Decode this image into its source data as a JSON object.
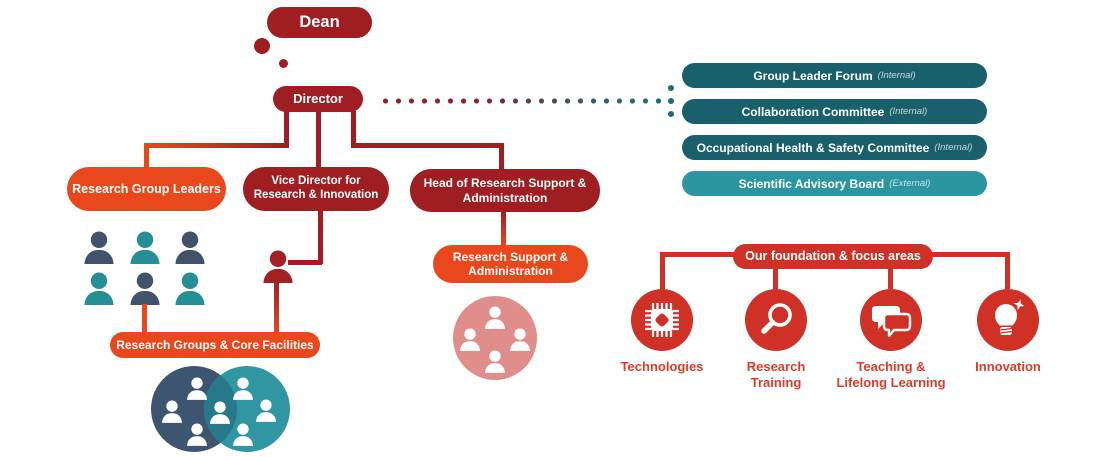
{
  "org": {
    "dean": "Dean",
    "director": "Director",
    "research_group_leaders": "Research Group Leaders",
    "vice_director": "Vice Director for Research & Innovation",
    "head_research_support": "Head of Research Support & Administration",
    "research_support_admin": "Research Support & Administration",
    "research_groups_core": "Research Groups & Core Facilities"
  },
  "committees": [
    {
      "label": "Group Leader Forum",
      "scope": "(Internal)"
    },
    {
      "label": "Collaboration Committee",
      "scope": "(Internal)"
    },
    {
      "label": "Occupational Health & Safety Committee",
      "scope": "(Internal)"
    },
    {
      "label": "Scientific Advisory Board",
      "scope": "(External)"
    }
  ],
  "foundation": {
    "title": "Our foundation & focus areas",
    "areas": [
      {
        "label": "Technologies",
        "icon": "microchip-icon"
      },
      {
        "label": "Research Training",
        "icon": "magnifying-glass-icon"
      },
      {
        "label": "Teaching & Lifelong Learning",
        "icon": "speech-bubbles-icon"
      },
      {
        "label": "Innovation",
        "icon": "lightbulb-icon"
      }
    ]
  },
  "colors": {
    "dark_red": "#9e1e22",
    "orange": "#e8481c",
    "focus_red": "#cf3127",
    "teal_dark_box": "#19606c",
    "teal_light_box": "#2b95a1",
    "person_slate": "#41526b",
    "person_teal": "#268f96",
    "person_dark_red": "#a32025",
    "pink_circle": "#e08e8b",
    "focus_label_red": "#e2392a",
    "venn_left": "#3e5570",
    "venn_right": "#2f96a2",
    "venn_overlap": "#27798a"
  }
}
